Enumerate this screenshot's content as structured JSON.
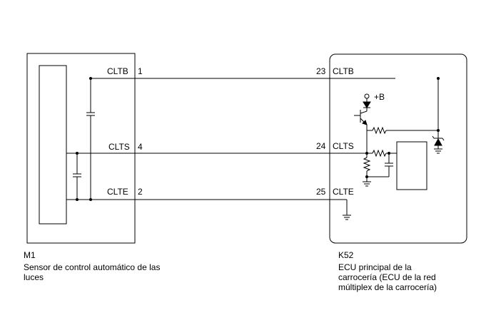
{
  "left_connector": {
    "code": "M1",
    "name_line1": "Sensor de control automático de las",
    "name_line2": "luces",
    "pins": [
      {
        "label": "CLTB",
        "number": "1"
      },
      {
        "label": "CLTS",
        "number": "4"
      },
      {
        "label": "CLTE",
        "number": "2"
      }
    ]
  },
  "right_connector": {
    "code": "K52",
    "name_line1": "ECU principal de la",
    "name_line2": "carrocería (ECU de la red",
    "name_line3": "múltiplex de la carrocería)",
    "supply_label": "+B",
    "pins": [
      {
        "number": "23",
        "label": "CLTB"
      },
      {
        "number": "24",
        "label": "CLTS"
      },
      {
        "number": "25",
        "label": "CLTE"
      }
    ]
  },
  "colors": {
    "line": "#000000",
    "background": "#ffffff"
  }
}
